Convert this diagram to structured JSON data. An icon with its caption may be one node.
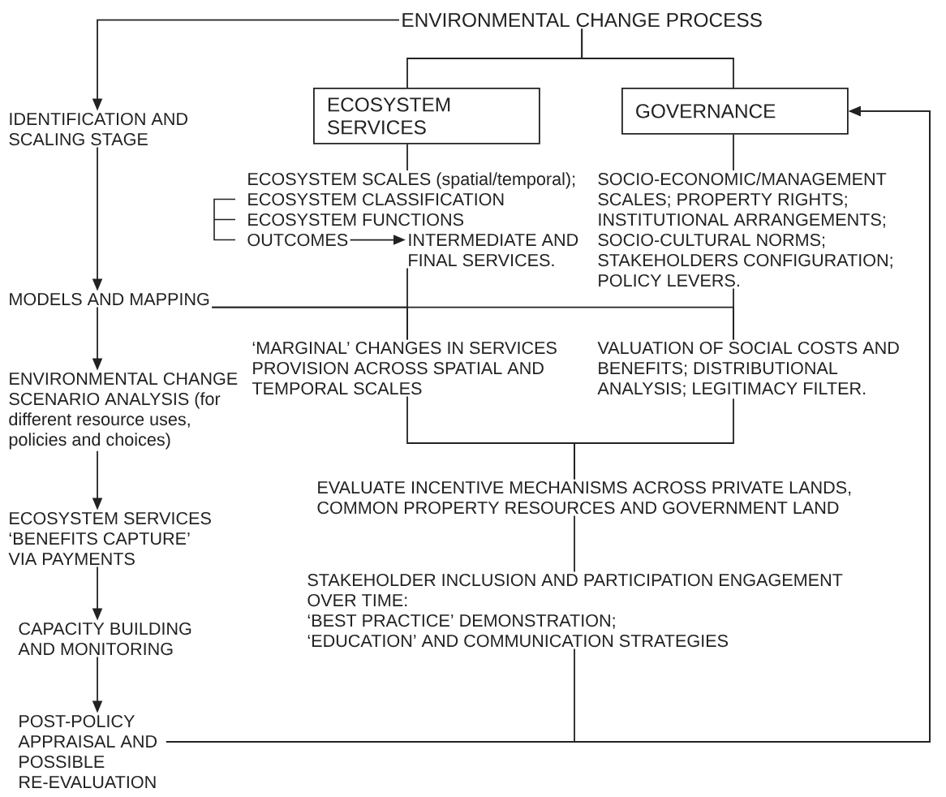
{
  "diagram": {
    "nodes": [
      {
        "text": [
          "ENVIRONMENTAL CHANGE PROCESS"
        ]
      },
      {
        "text": [
          "IDENTIFICATION AND SCALING STAGE"
        ]
      },
      {
        "text": [
          "ECOSYSTEM SERVICES"
        ]
      },
      {
        "text": [
          "GOVERNANCE"
        ]
      },
      {
        "text": [
          "ECOSYSTEM SCALES (spatial/temporal);"
        ]
      },
      {
        "text": [
          "OUTCOMES"
        ]
      },
      {
        "text": [
          "INTERMEDIATE AND FINAL SERVICES."
        ]
      },
      {
        "text": [
          "SOCIO-ECONOMIC/MANAGEMENT SCALES; PROPERTY RIGHTS; INSTITUTIONAL ARRANGEMENTS; SOCIO-CULTURAL NORMS; STAKEHOLDERS CONFIGURATION; POLICY LEVERS."
        ]
      },
      {
        "text": [
          "MODELS AND MAPPING"
        ]
      },
      {
        "text": [
          "‘MARGINAL’ CHANGES IN SERVICES PROVISION ACROSS SPATIAL AND TEMPORAL SCALES"
        ]
      },
      {
        "text": [
          "VALUATION OF SOCIAL COSTS AND BENEFITS; DISTRIBUTIONAL ANALYSIS; LEGITIMACY FILTER."
        ]
      },
      {
        "text": [
          "ENVIRONMENTAL CHANGE SCENARIO ANALYSIS (for different resource uses, policies and choices)"
        ]
      },
      {
        "text": [
          "EVALUATE INCENTIVE MECHANISMS ACROSS PRIVATE LANDS, COMMON PROPERTY RESOURCES AND GOVERNMENT LAND"
        ]
      },
      {
        "text": [
          "ECOSYSTEM SERVICES ‘BENEFITS CAPTURE’ VIA PAYMENTS"
        ]
      },
      {
        "text": [
          "STAKEHOLDER INCLUSION AND PARTICIPATION ENGAGEMENT OVER TIME:",
          "‘BEST PRACTICE’ DEMONSTRATION;",
          "‘EDUCATION’ AND COMMUNICATION STRATEGIES"
        ]
      },
      {
        "text": [
          "CAPACITY BUILDING AND MONITORING"
        ]
      },
      {
        "text": [
          "POST-POLICY APPRAISAL AND POSSIBLE RE-EVALUATION"
        ]
      }
    ],
    "edges": [
      {
        "from": 0,
        "to": 1,
        "arrow": "to"
      },
      {
        "from": 0,
        "to": 2,
        "arrow": "none"
      },
      {
        "from": 0,
        "to": 3,
        "arrow": "none"
      },
      {
        "from": 2,
        "to": 4,
        "arrow": "none"
      },
      {
        "from": 3,
        "to": 7,
        "arrow": "none"
      },
      {
        "from": 5,
        "to": 6,
        "arrow": "to"
      },
      {
        "from": 1,
        "to": 8,
        "arrow": "to"
      },
      {
        "from": 6,
        "to": 9,
        "arrow": "none"
      },
      {
        "from": 7,
        "to": 10,
        "arrow": "none"
      },
      {
        "from": 8,
        "to": 9,
        "arrow": "none"
      },
      {
        "from": 8,
        "to": 10,
        "arrow": "none"
      },
      {
        "from": 8,
        "to": 11,
        "arrow": "to"
      },
      {
        "from": 9,
        "to": 12,
        "arrow": "none"
      },
      {
        "from": 10,
        "to": 12,
        "arrow": "none"
      },
      {
        "from": 11,
        "to": 13,
        "arrow": "to"
      },
      {
        "from": 12,
        "to": 14,
        "arrow": "none"
      },
      {
        "from": 13,
        "to": 15,
        "arrow": "to"
      },
      {
        "from": 15,
        "to": 16,
        "arrow": "to"
      },
      {
        "from": 14,
        "to": 3,
        "arrow": "to"
      },
      {
        "from": 16,
        "to": 3,
        "arrow": "to"
      }
    ],
    "labels": [
      "ECOSYSTEM CLASSIFICATION",
      "ECOSYSTEM FUNCTIONS"
    ]
  }
}
